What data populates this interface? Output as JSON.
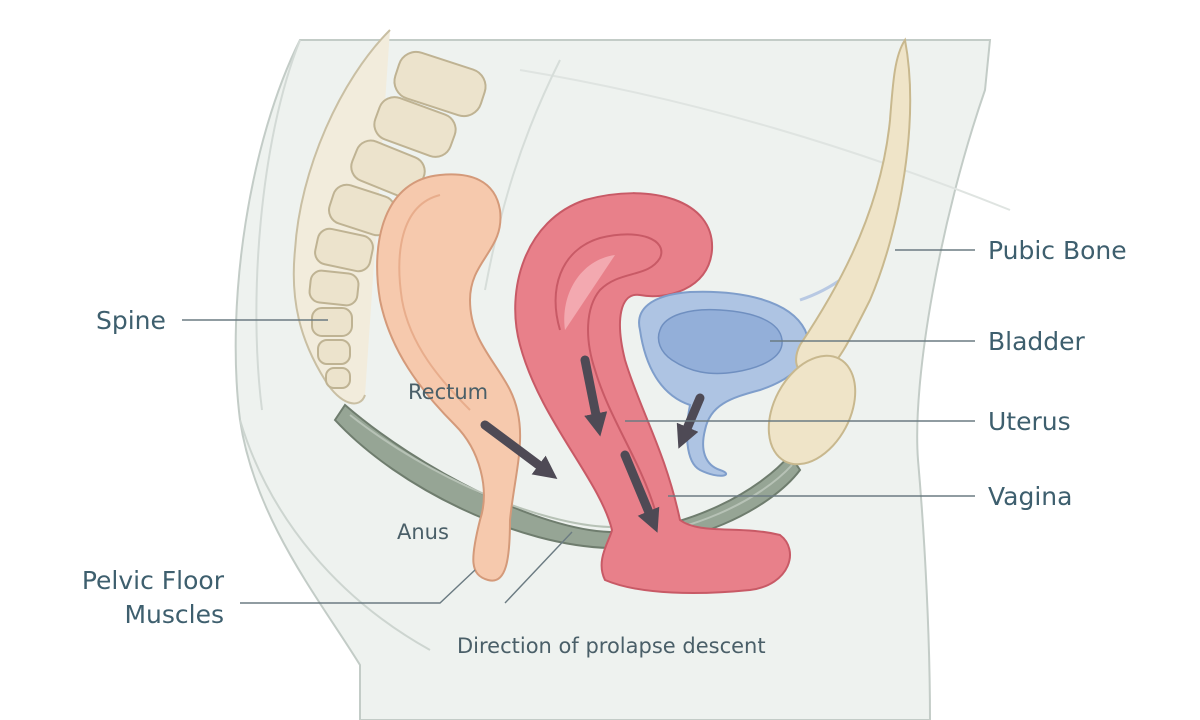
{
  "labels": {
    "spine": "Spine",
    "pubic_bone": "Pubic Bone",
    "bladder": "Bladder",
    "uterus": "Uterus",
    "vagina": "Vagina",
    "rectum": "Rectum",
    "anus": "Anus",
    "pelvic_floor_line1": "Pelvic Floor",
    "pelvic_floor_line2": "Muscles",
    "caption": "Direction of prolapse descent"
  },
  "colors": {
    "label_text": "#3e5f6e",
    "leader_line": "#6b7b82",
    "bone": "#ece3cc",
    "rectum": "#f6c9ad",
    "uterus": "#e8808a",
    "bladder": "#aec4e3",
    "muscle": "#96a595",
    "arrow": "#4e4a55",
    "body_fill": "#eef2ef"
  }
}
